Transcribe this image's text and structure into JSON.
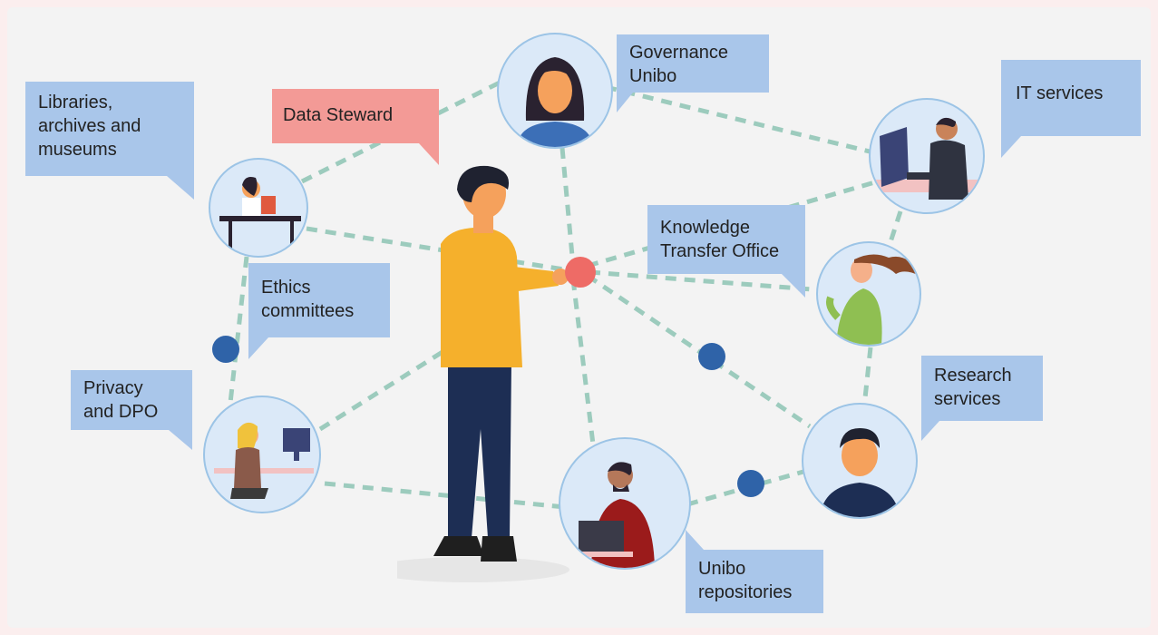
{
  "labels": {
    "governance": "Governance\nUnibo",
    "libraries": "Libraries,\narchives and\nmuseums",
    "data_steward": "Data Steward",
    "it_services": "IT services",
    "knowledge_transfer": "Knowledge\nTransfer Office",
    "ethics": "Ethics\ncommittees",
    "privacy": "Privacy\nand DPO",
    "research_services": "Research\nservices",
    "repositories": "Unibo\nrepositories"
  },
  "colors": {
    "callout_blue": "#a9c6ea",
    "callout_red": "#f39a96",
    "connector": "#9ccbbd",
    "dot": "#2f63a8",
    "hub": "#ee6b66",
    "node_fill": "#dbe9f8"
  }
}
